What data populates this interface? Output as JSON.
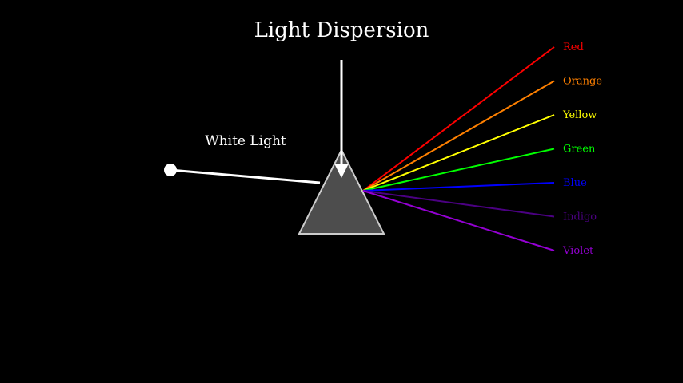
{
  "title": "Light Dispersion",
  "incoming_label": "White Light",
  "colors": {
    "background": "#000000",
    "prism_fill": "#4d4d4d",
    "prism_stroke": "#cccccc",
    "white": "#ffffff"
  },
  "rays": [
    {
      "label": "Red",
      "color": "#ff0000"
    },
    {
      "label": "Orange",
      "color": "#ff8000"
    },
    {
      "label": "Yellow",
      "color": "#ffff00"
    },
    {
      "label": "Green",
      "color": "#00ff00"
    },
    {
      "label": "Blue",
      "color": "#0000ff"
    },
    {
      "label": "Indigo",
      "color": "#4b0082"
    },
    {
      "label": "Violet",
      "color": "#9400d3"
    }
  ]
}
